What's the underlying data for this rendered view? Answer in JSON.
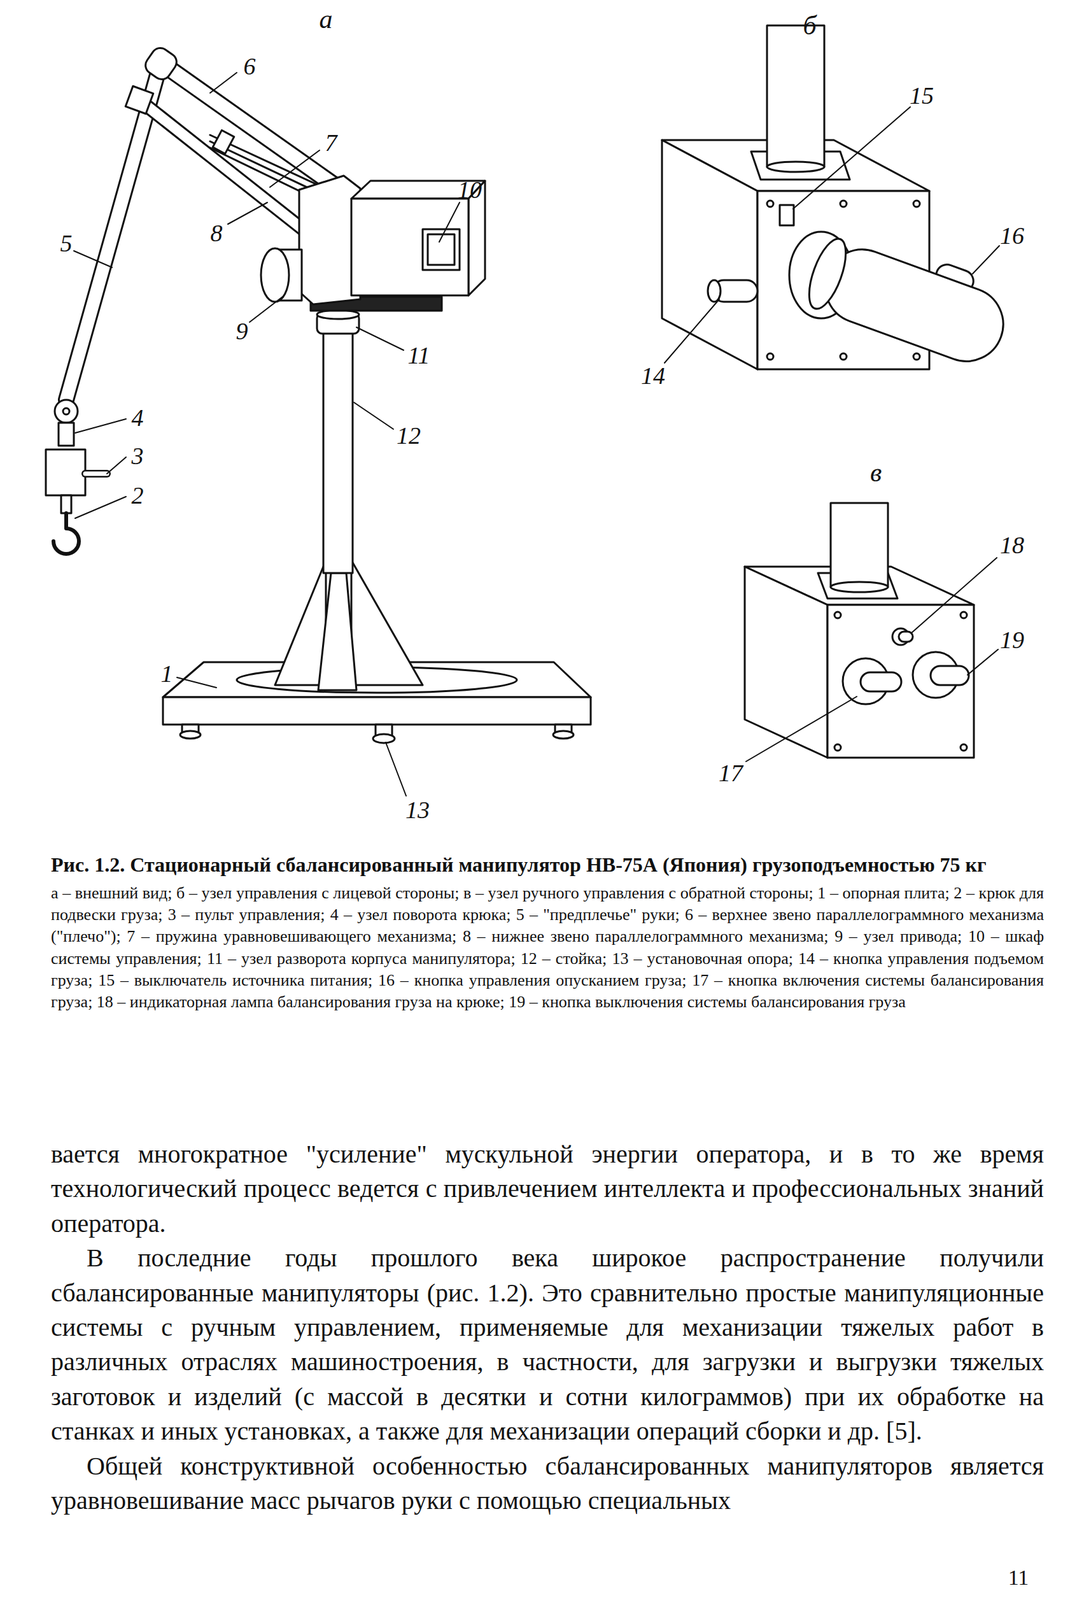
{
  "diagram": {
    "caption": "Рис. 1.2. Стационарный сбалансированный манипулятор НВ-75А (Япония) грузоподъемностью 75 кг",
    "labels": [
      "а",
      "б",
      "в",
      "6",
      "7",
      "10",
      "8",
      "5",
      "9",
      "11",
      "4",
      "3",
      "12",
      "2",
      "1",
      "13",
      "15",
      "16",
      "14",
      "18",
      "19",
      "17",
      "а – внешний вид; б – узел управления с лицевой стороны; в – узел ручного управления с обратной стороны; 1 – опорная плита; 2 – крюк для подвески груза; 3 – пульт управления; 4 – узел поворота крюка; 5 – \"предплечье\" руки; 6 – верхнее звено параллелограммного механизма (\"плечо\"); 7 – пружина уравновешивающего механизма; 8 – нижнее звено параллелограммного механизма; 9 – узел привода; 10 – шкаф системы управления; 11 – узел разворота корпуса манипулятора; 12 – стойка; 13 – установочная опора; 14 – кнопка управления подъемом груза; 15 – выключатель источника питания; 16 – кнопка управления опусканием груза; 17 – кнопка включения системы балансирования груза; 18 – индикаторная лампа балансирования груза на крюке; 19 – кнопка выключения системы балансирования груза",
      "вается многократное \"усиление\" мускульной энергии оператора, и в то же время технологический процесс ведется с привлечением интеллекта и профессиональных знаний оператора.",
      "В последние годы прошлого века широкое распространение получили сбалансированные манипуляторы (рис. 1.2). Это сравнительно простые манипуляционные системы с ручным управлением, применяемые для механизации тяжелых работ в различных отраслях машиностроения, в частности, для загрузки и выгрузки тяжелых заготовок и изделий (с массой в десятки и сотни килограммов) при их обработке на станках и иных установках, а также для механизации операций сборки и др. [5].",
      "Общей конструктивной особенностью сбалансированных манипуляторов является уравновешивание масс рычагов руки с помощью специальных",
      "11"
    ]
  }
}
